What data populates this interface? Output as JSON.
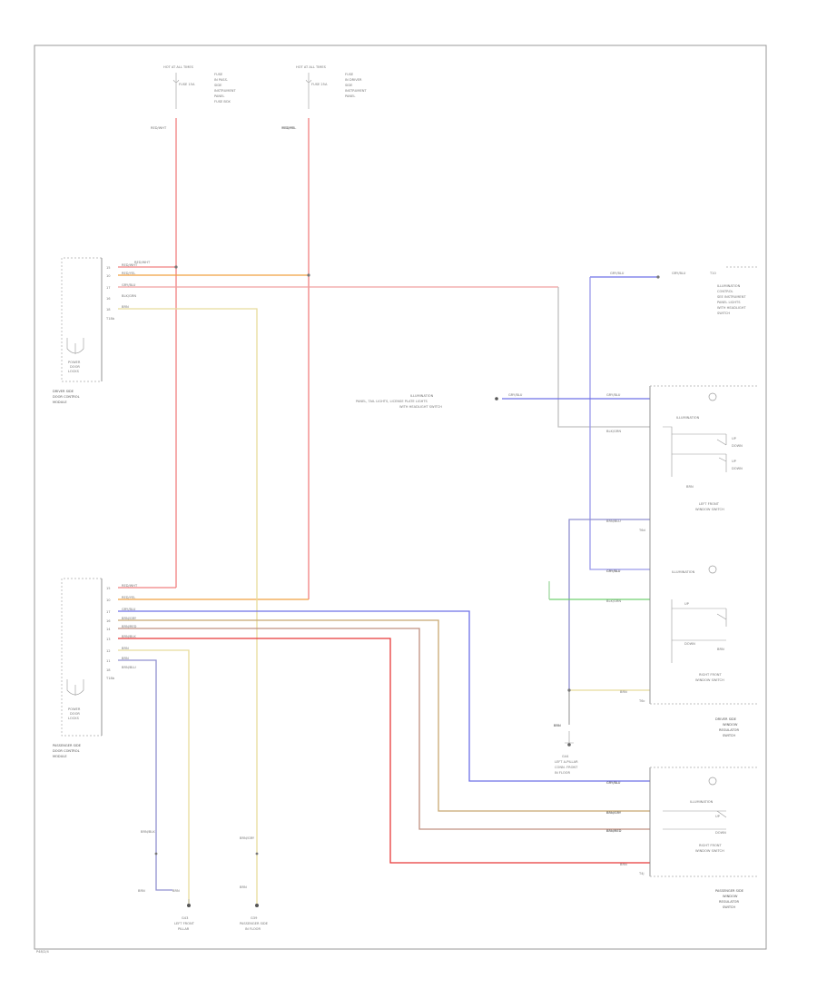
{
  "colors": {
    "red": "#f08080",
    "red_bright": "#e83838",
    "orange": "#f0a040",
    "yellow": "#e8dc9c",
    "blue": "#6d70e8",
    "violet": "#9090d0",
    "green": "#70d070",
    "tan": "#c8a870",
    "brown": "#a08070",
    "gray": "#a0a0a0",
    "frame": "#9a9a9a"
  },
  "fuse_left": {
    "header": "HOT AT ALL TIMES",
    "fuse": "FUSE 15A",
    "desc": [
      "FUSE",
      "IN PASS.",
      "SIDE",
      "INSTRUMENT",
      "PANEL",
      "FUSE BOX"
    ]
  },
  "fuse_right": {
    "header": "HOT AT ALL TIMES",
    "fuse": "FUSE 25A",
    "desc": [
      "FUSE",
      "IN DRIVER",
      "SIDE",
      "INSTRUMENT",
      "PANEL"
    ]
  },
  "wire_labels": {
    "red_wht_1": "RED/WHT",
    "red_yel_1": "RED/YEL",
    "red_wht_2": "RED/WHT",
    "red_yel_2": "RED/YEL",
    "gry_blu_top": "GRY/BLU",
    "gry_blu_mid": "GRY/BLU",
    "gry_blu_mid2": "GRY/BLU",
    "blk_grn_1": "BLK/GRN",
    "blk_grn_2": "BLK/GRN",
    "brn_blu": "BRN/BLU",
    "gry_blu_lr": "GRY/BLU",
    "gry_blu_low": "GRY/BLU",
    "brn_gry": "BRN/GRY",
    "brn_red": "BRN/RED",
    "brn": "BRN",
    "brn_r1": "BRN",
    "brn_b1": "BRN",
    "brn_b2": "BRN",
    "brn_b3": "BRN",
    "brn_b4": "BRN",
    "brn_gnd": "BRN",
    "brn_blk": "BRN/BLK",
    "brn_gry_2": "BRN/GRY"
  },
  "driver_module": {
    "pins": [
      "15",
      "10",
      "17",
      "16",
      "18"
    ],
    "pin_wires": [
      "RED/WHT",
      "RED/YEL",
      "GRY/BLU",
      "BLK/GRN",
      "BRN"
    ],
    "conn": "T18b",
    "title": [
      "DRIVER SIDE",
      "DOOR CONTROL",
      "MODULE"
    ],
    "icon_label": [
      "POWER",
      "DOOR",
      "LOCKS"
    ]
  },
  "pass_module": {
    "pins": [
      "15",
      "10",
      "17",
      "16",
      "14",
      "13",
      "12",
      "11",
      "18"
    ],
    "pin_wires": [
      "RED/WHT",
      "RED/YEL",
      "GRY/BLU",
      "BRN/GRY",
      "BRN/RED",
      "BRN/BLK",
      "BRN",
      "BRN",
      "BRN/BLU"
    ],
    "conn": "T18b",
    "title": [
      "PASSENGER SIDE",
      "DOOR CONTROL",
      "MODULE"
    ],
    "icon_label": [
      "POWER",
      "DOOR",
      "LOCKS"
    ]
  },
  "top_right_note": {
    "pin": "T10",
    "wire": "GRY/BLU",
    "desc": [
      "ILLUMINATION",
      "CONTROL",
      "SEE INSTRUMENT",
      "PANEL LIGHTS",
      "WITH HEADLIGHT",
      "SWITCH"
    ]
  },
  "mid_note": {
    "lines": [
      "ILLUMINATION",
      "PANEL, TAIL LIGHTS, LICENSE PLATE LIGHTS",
      "WITH HEADLIGHT SWITCH"
    ],
    "wire": "GRY/BLU"
  },
  "left_front_switch": {
    "illumination": "ILLUMINATION",
    "ups": [
      "UP",
      "DOWN",
      "UP",
      "DOWN"
    ],
    "title": [
      "LEFT FRONT",
      "WINDOW SWITCH"
    ],
    "conn": "T6d"
  },
  "right_front_switch": {
    "illumination": "ILLUMINATION",
    "title": [
      "RIGHT FRONT",
      "WINDOW SWITCH"
    ],
    "conn": "T6c",
    "ups": [
      "UP",
      "DOWN"
    ]
  },
  "driver_switch_title": [
    "DRIVER SIDE",
    "WINDOW",
    "REGULATOR",
    "SWITCH"
  ],
  "ground_mid": {
    "label": "BRN",
    "desc": [
      "G44",
      "LEFT A-PILLAR",
      "CONN. FRONT",
      "IN FLOOR"
    ]
  },
  "pass_switch": {
    "illumination": "ILLUMINATION",
    "wire_labels": [
      "GRY/BLU",
      "BRN/GRY",
      "BRN/RED",
      "BRN"
    ],
    "ups": [
      "UP",
      "DOWN"
    ],
    "title": [
      "RIGHT FRONT",
      "WINDOW SWITCH"
    ],
    "conn": "T4j",
    "module_title": [
      "PASSENGER SIDE",
      "WINDOW",
      "REGULATOR",
      "SWITCH"
    ]
  },
  "ground_left": {
    "desc": [
      "G43",
      "LEFT FRONT",
      "PILLAR"
    ]
  },
  "ground_right": {
    "desc": [
      "G39",
      "PASSENGER SIDE",
      "IN FLOOR"
    ]
  },
  "footer": "P48/2/4"
}
